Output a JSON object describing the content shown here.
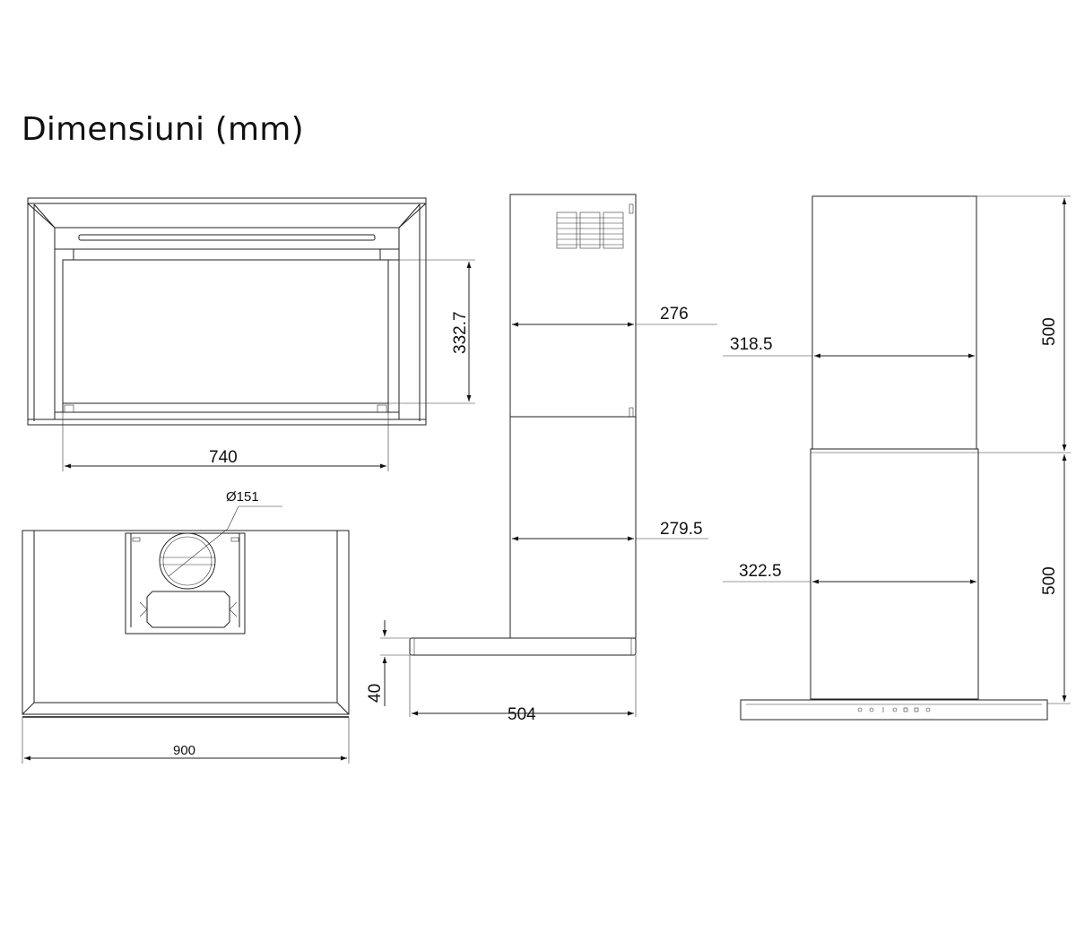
{
  "title": "Dimensiuni (mm)",
  "dimensions": {
    "front_height": "332.7",
    "front_width": "740",
    "duct_diameter": "Ø151",
    "top_width": "900",
    "side_upper_depth": "276",
    "side_lower_depth": "279.5",
    "side_base_depth": "504",
    "side_base_height": "40",
    "rear_upper_width": "318.5",
    "rear_lower_width": "322.5",
    "rear_upper_height": "500",
    "rear_lower_height": "500"
  },
  "colors": {
    "line": "#222222",
    "background": "#ffffff"
  }
}
